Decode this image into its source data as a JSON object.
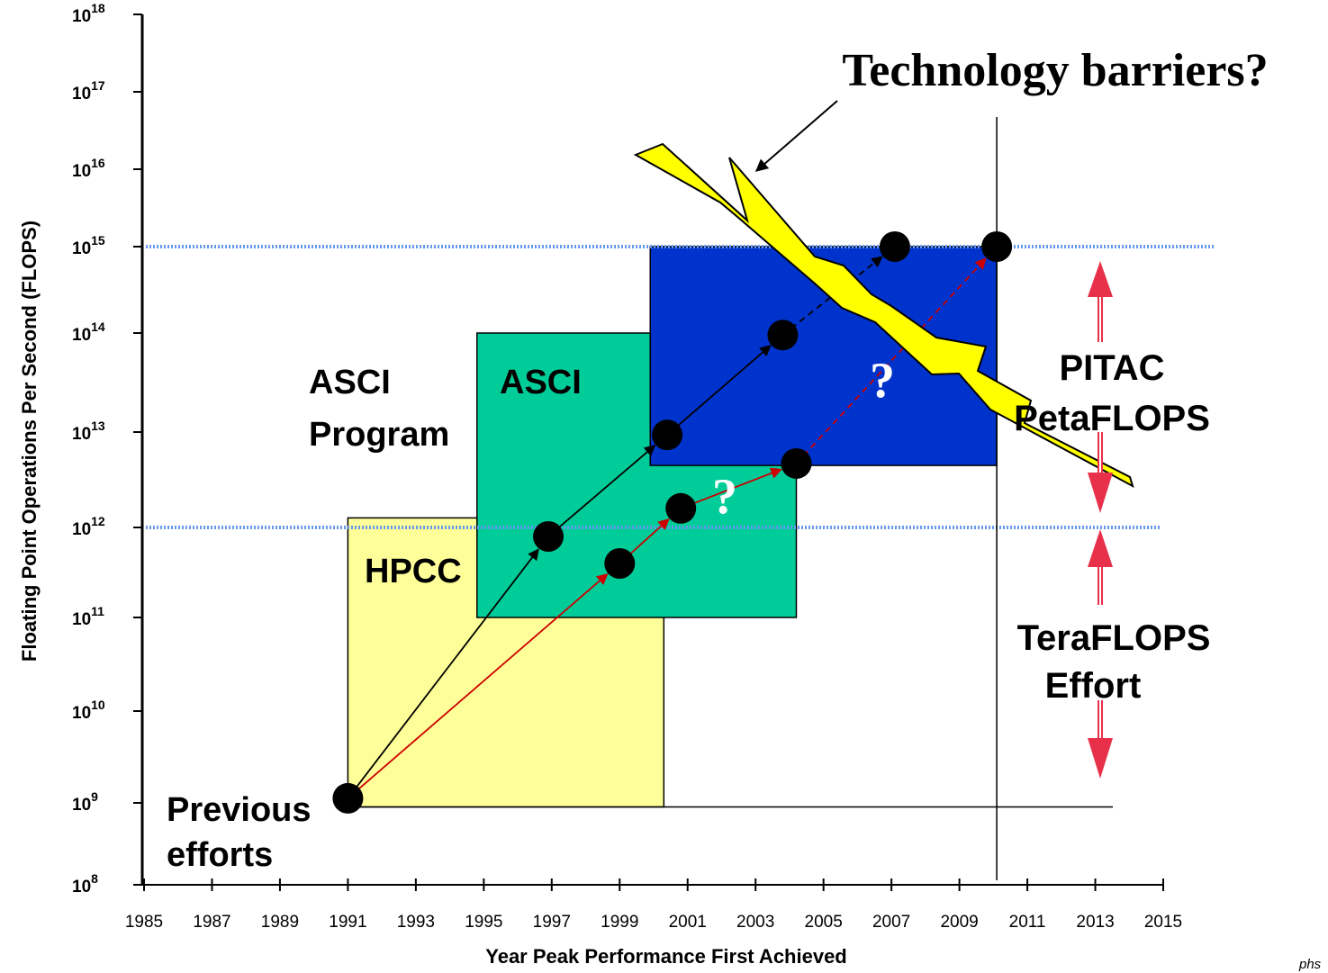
{
  "chart_data": {
    "type": "scatter",
    "title": "Technology barriers?",
    "xlabel": "Year Peak Performance First Achieved",
    "ylabel": "Floating Point Operations Per Second (FLOPS)",
    "xlim": [
      1985,
      2015
    ],
    "ylim_exponent": [
      8,
      18
    ],
    "log_y": true,
    "x_ticks": [
      "1985",
      "1987",
      "1989",
      "1991",
      "1993",
      "1995",
      "1997",
      "1999",
      "2001",
      "2003",
      "2005",
      "2007",
      "2009",
      "2011",
      "2013",
      "2015"
    ],
    "y_ticks": [
      {
        "base": "10",
        "exp": "8"
      },
      {
        "base": "10",
        "exp": "9"
      },
      {
        "base": "10",
        "exp": "10"
      },
      {
        "base": "10",
        "exp": "11"
      },
      {
        "base": "10",
        "exp": "12"
      },
      {
        "base": "10",
        "exp": "13"
      },
      {
        "base": "10",
        "exp": "14"
      },
      {
        "base": "10",
        "exp": "15"
      },
      {
        "base": "10",
        "exp": "16"
      },
      {
        "base": "10",
        "exp": "17"
      },
      {
        "base": "10",
        "exp": "18"
      }
    ],
    "regions": [
      {
        "name": "HPCC",
        "x": [
          1991,
          2000.3
        ],
        "log_y": [
          8.95,
          12.1
        ],
        "color": "#ffff99",
        "label": "HPCC"
      },
      {
        "name": "ASCI",
        "x": [
          1994.8,
          2004.2
        ],
        "log_y": [
          11.0,
          14.0
        ],
        "color": "#00cc99",
        "label": "ASCI"
      },
      {
        "name": "PITAC",
        "x": [
          1999.9,
          2010.1
        ],
        "log_y": [
          12.65,
          15.0
        ],
        "color": "#0033cc",
        "label": ""
      }
    ],
    "reference_lines": [
      {
        "log_y": 12,
        "style": "dotted",
        "color": "#6699ee"
      },
      {
        "log_y": 15,
        "style": "dotted",
        "color": "#6699ee"
      },
      {
        "x": 2010.1,
        "style": "solid",
        "color": "#000000"
      },
      {
        "log_y": 8.95,
        "style": "solid",
        "color": "#000000"
      }
    ],
    "series": [
      {
        "color": "#000000",
        "style": "solid",
        "points": [
          [
            1991.0,
            9.05
          ],
          [
            1996.9,
            11.9
          ],
          [
            2000.4,
            12.97
          ],
          [
            2003.8,
            13.98
          ]
        ]
      },
      {
        "color": "#000000",
        "style": "dashed",
        "points": [
          [
            2003.8,
            13.98
          ],
          [
            2007.1,
            15.0
          ]
        ]
      },
      {
        "color": "#cc0000",
        "style": "solid",
        "points": [
          [
            1991.0,
            9.05
          ],
          [
            1999.0,
            11.6
          ],
          [
            2000.8,
            12.2
          ],
          [
            2004.2,
            12.67
          ]
        ]
      },
      {
        "color": "#cc0000",
        "style": "dashed",
        "points": [
          [
            2004.2,
            12.67
          ],
          [
            2010.1,
            15.0
          ]
        ]
      }
    ],
    "markers": [
      [
        1991.0,
        9.05
      ],
      [
        1996.9,
        11.9
      ],
      [
        2000.4,
        12.97
      ],
      [
        2003.8,
        13.98
      ],
      [
        1999.0,
        11.6
      ],
      [
        2000.8,
        12.2
      ],
      [
        2004.2,
        12.67
      ],
      [
        2007.1,
        15.0
      ],
      [
        2010.1,
        15.0
      ]
    ],
    "annotations": {
      "asci_program": [
        "ASCI",
        "Program"
      ],
      "previous": [
        "Previous",
        "efforts"
      ],
      "pitac": [
        "PITAC",
        "PetaFLOPS"
      ],
      "teraflops": [
        "TeraFLOPS",
        "Effort"
      ],
      "question": "?",
      "corner": "phs"
    }
  }
}
